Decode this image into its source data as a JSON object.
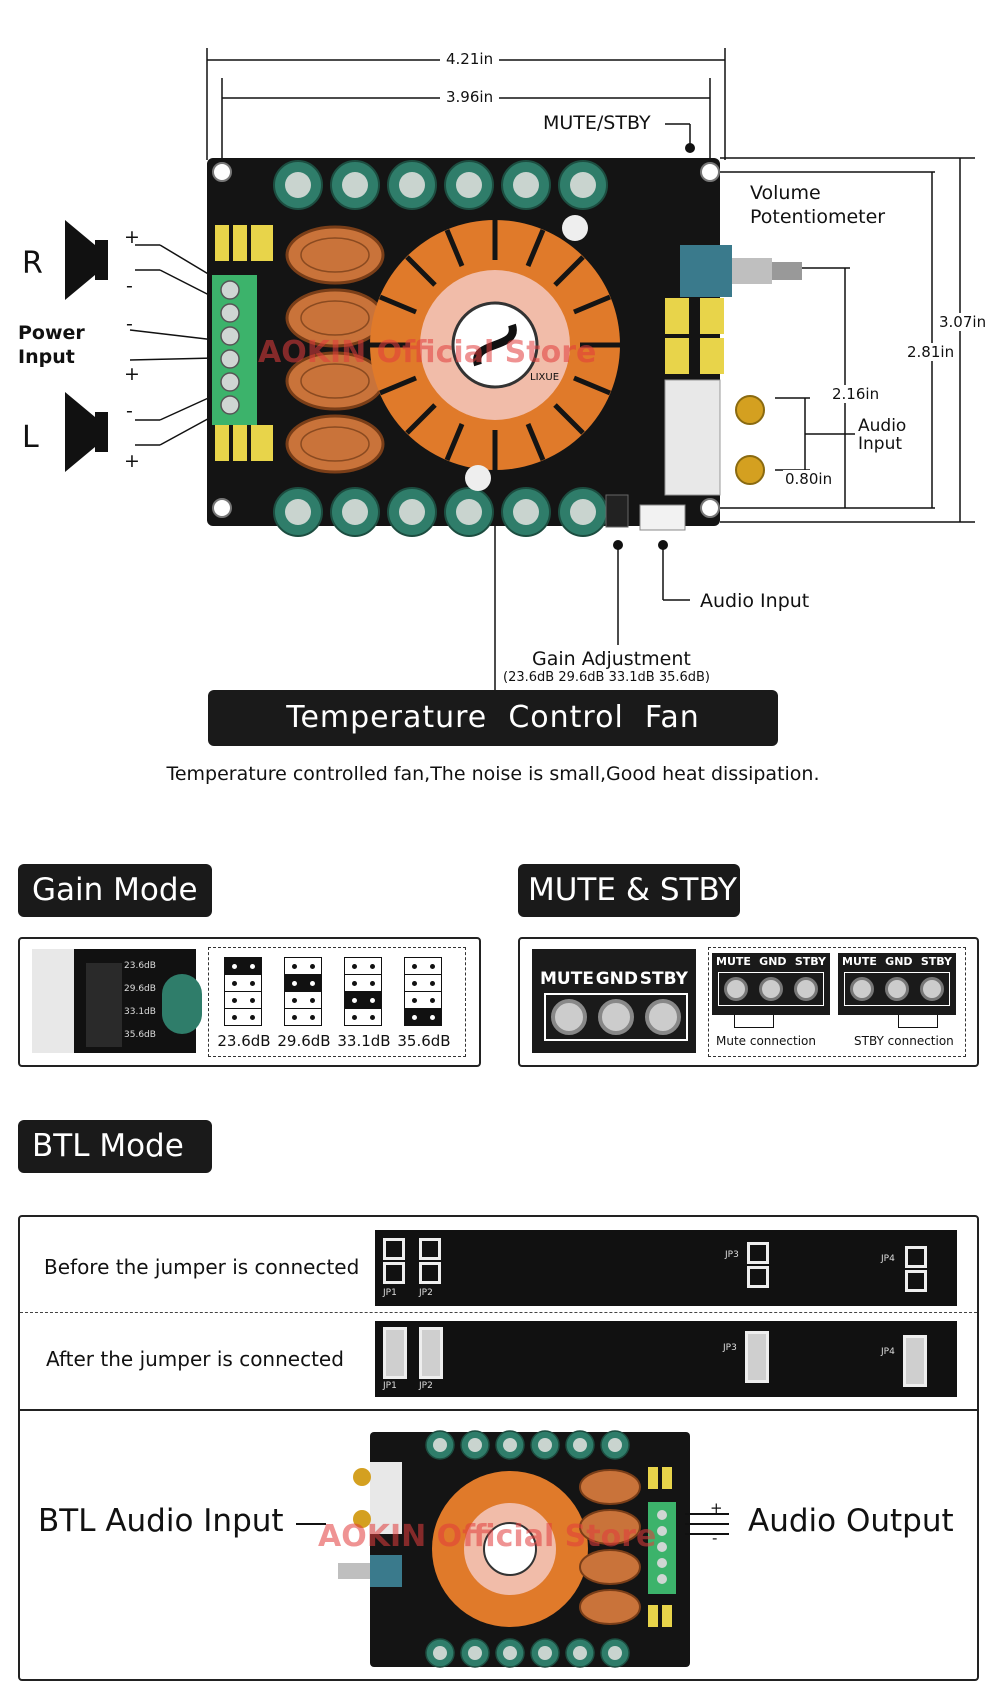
{
  "dimensions": {
    "width_outer": "4.21in",
    "width_inner": "3.96in",
    "height_outer": "3.07in",
    "height_inner": "2.81in",
    "pot_height": "2.16in",
    "input_spacing": "0.80in"
  },
  "labels": {
    "mute_stby": "MUTE/STBY",
    "volume_line1": "Volume",
    "volume_line2": "Potentiometer",
    "audio_input_right_1": "Audio",
    "audio_input_right_2": "Input",
    "audio_input_bottom": "Audio Input",
    "gain_adjustment": "Gain Adjustment",
    "gain_values": "(23.6dB 29.6dB 33.1dB 35.6dB)",
    "speaker_r": "R",
    "speaker_l": "L",
    "power_input_1": "Power",
    "power_input_2": "Input",
    "plus": "+",
    "minus": "-",
    "watermark": "AOKIN Official Store",
    "board_logo": "LIXUE"
  },
  "fan_banner": {
    "title": "Temperature  Control  Fan",
    "caption": "Temperature controlled fan,The noise is small,Good heat dissipation."
  },
  "gain_mode": {
    "title": "Gain Mode",
    "photo_labels": [
      "23.6dB",
      "29.6dB",
      "33.1dB",
      "35.6dB"
    ],
    "options": [
      {
        "label": "23.6dB",
        "active_row": 0
      },
      {
        "label": "29.6dB",
        "active_row": 1
      },
      {
        "label": "33.1dB",
        "active_row": 2
      },
      {
        "label": "35.6dB",
        "active_row": 3
      }
    ]
  },
  "mute_stby": {
    "title": "MUTE & STBY",
    "pin_labels": [
      "MUTE",
      "GND",
      "STBY"
    ],
    "mute_caption": "Mute connection",
    "stby_caption": "STBY connection"
  },
  "btl_mode": {
    "title": "BTL Mode",
    "before_label": "Before the jumper is connected",
    "after_label": "After the jumper is connected",
    "jumper_labels": [
      "JP1",
      "JP2",
      "JP3",
      "JP4"
    ],
    "btl_audio_input": "BTL Audio Input",
    "audio_output": "Audio Output"
  },
  "colors": {
    "pcb": "#111111",
    "heatsink": "#e07a2a",
    "coil": "#c9733a",
    "terminal": "#3cb36b",
    "capacitor": "#2f7d6a",
    "cap_yellow": "#e8d44a",
    "pot_blue": "#3a7a8c",
    "watermark": "#e23c3c"
  }
}
